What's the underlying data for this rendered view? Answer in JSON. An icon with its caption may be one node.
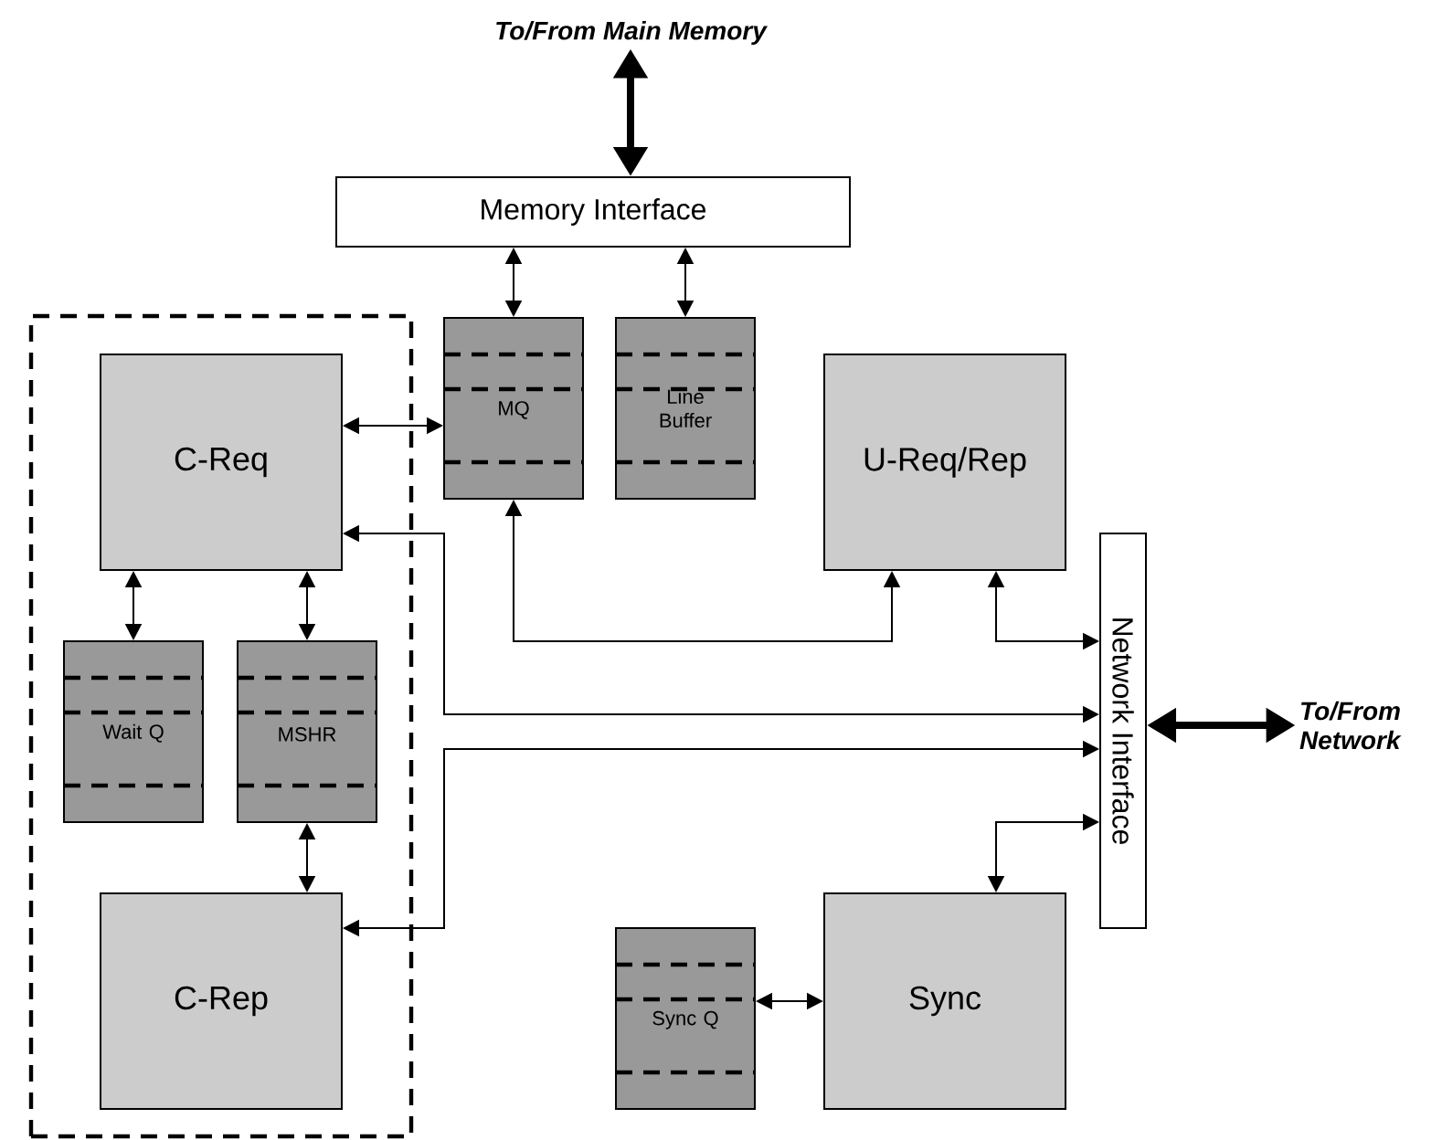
{
  "diagram": {
    "nodes": [
      {
        "text": [
          "To/From Main Memory"
        ]
      },
      {
        "text": [
          "Memory Interface"
        ]
      },
      {
        "text": [],
        "shape": "box"
      },
      {
        "text": [
          "C-Req"
        ],
        "in": 2
      },
      {
        "text": [
          "MQ"
        ]
      },
      {
        "text": [
          "Line Buffer"
        ]
      },
      {
        "text": [
          "U-Req/Rep"
        ]
      },
      {
        "text": [
          "Network Interface"
        ]
      },
      {
        "text": [
          "Wait Q"
        ],
        "in": 2
      },
      {
        "text": [
          "MSHR"
        ],
        "in": 2
      },
      {
        "text": [
          "To/From Network"
        ]
      },
      {
        "text": [
          "C-Rep"
        ],
        "in": 2
      },
      {
        "text": [
          "Sync Q"
        ]
      },
      {
        "text": [
          "Sync"
        ]
      }
    ],
    "edges": [
      {
        "from": 0,
        "to": 1,
        "arrow": "both",
        "style": "thick"
      },
      {
        "from": 1,
        "to": 4,
        "arrow": "both"
      },
      {
        "from": 1,
        "to": 5,
        "arrow": "both"
      },
      {
        "from": 3,
        "to": 4,
        "arrow": "both"
      },
      {
        "from": 3,
        "to": 7,
        "arrow": "both"
      },
      {
        "from": 11,
        "to": 7,
        "arrow": "both"
      },
      {
        "from": 4,
        "to": 6,
        "arrow": "both"
      },
      {
        "from": 6,
        "to": 7,
        "arrow": "both"
      },
      {
        "from": 13,
        "to": 7,
        "arrow": "both"
      },
      {
        "from": 3,
        "to": 8,
        "arrow": "both"
      },
      {
        "from": 3,
        "to": 9,
        "arrow": "both"
      },
      {
        "from": 9,
        "to": 11,
        "arrow": "both"
      },
      {
        "from": 12,
        "to": 13,
        "arrow": "both"
      },
      {
        "from": 7,
        "to": 10,
        "arrow": "both",
        "style": "thick"
      }
    ]
  }
}
